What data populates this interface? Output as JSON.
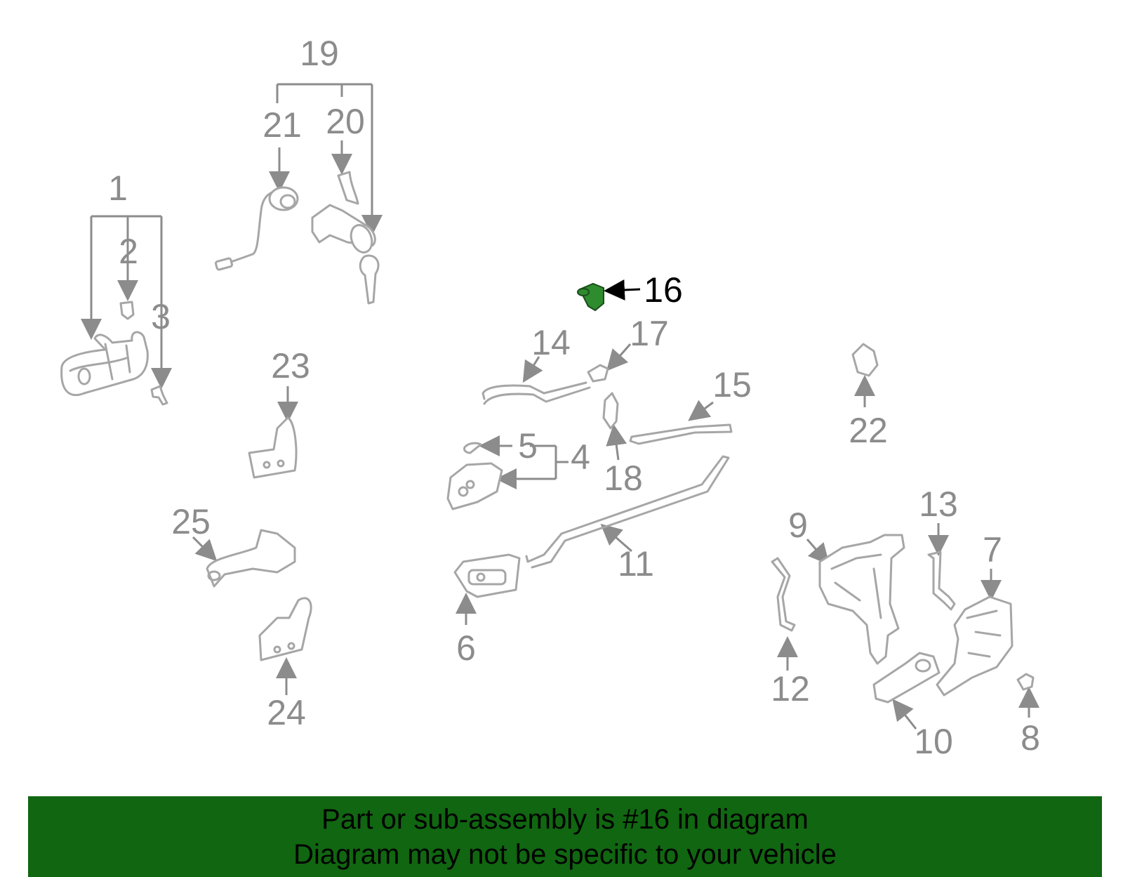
{
  "callouts": {
    "c1": "1",
    "c2": "2",
    "c3": "3",
    "c4": "4",
    "c5": "5",
    "c6": "6",
    "c7": "7",
    "c8": "8",
    "c9": "9",
    "c10": "10",
    "c11": "11",
    "c12": "12",
    "c13": "13",
    "c14": "14",
    "c15": "15",
    "c16": "16",
    "c17": "17",
    "c18": "18",
    "c19": "19",
    "c20": "20",
    "c21": "21",
    "c22": "22",
    "c23": "23",
    "c24": "24",
    "c25": "25"
  },
  "highlight": {
    "part": "16",
    "color": "#2e8b2e"
  },
  "banner": {
    "line1": "Part or sub-assembly is #16 in diagram",
    "line2": "Diagram may not be specific to your vehicle",
    "background": "#116611"
  }
}
